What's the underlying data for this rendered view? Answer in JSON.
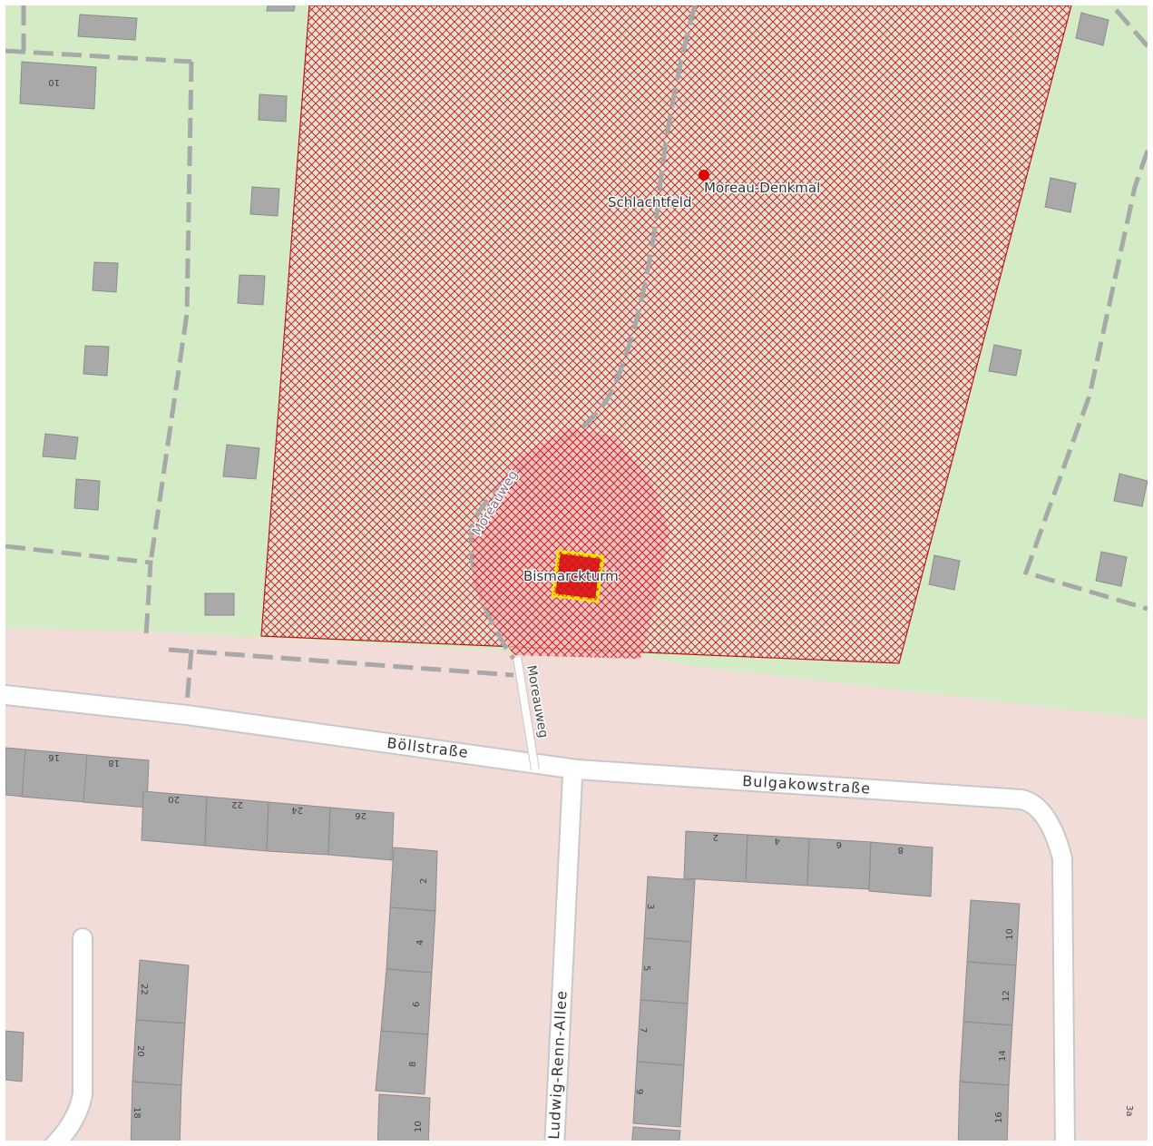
{
  "map": {
    "colors": {
      "green": "#d4ecc6",
      "residential": "#f2dcd8",
      "building": "#a9a9a9",
      "building_stroke": "#8c8c8c",
      "road": "#ffffff",
      "road_casing": "#c8c8c8",
      "path": "#a8a8a8",
      "hatch": "#c2141a",
      "monument_fill": "#e01f1f",
      "monument_outline": "#ffe600",
      "poi": "#e00000"
    },
    "labels": {
      "moreau_denkmal": "Moreau-Denkmal",
      "schlachtfeld": "Schlachtfeld",
      "bismarckturm": "Bismarckturm",
      "moreauweg_path": "Moreauweg",
      "moreauweg_road": "Moreauweg",
      "boellstrasse": "Böllstraße",
      "bulgakowstrasse": "Bulgakowstraße",
      "ludwig_renn_allee": "Ludwig-Renn-Allee"
    },
    "house_numbers": {
      "n10_top": "10",
      "n16": "16",
      "n18": "18",
      "n20": "20",
      "n22": "22",
      "n24": "24",
      "n26": "26",
      "n2_left": "2",
      "n4_left": "4",
      "n6_left": "6",
      "n8_left": "8",
      "n10_left": "10",
      "n22_far": "22",
      "n20_far": "20",
      "n18_far": "18",
      "n2_right": "2",
      "n4_right": "4",
      "n6_right": "6",
      "n8_right": "8",
      "n3": "3",
      "n5": "5",
      "n7": "7",
      "n9": "9",
      "n10_right": "10",
      "n12_right": "12",
      "n14_right": "14",
      "n16_right": "16",
      "n3a": "3a"
    }
  }
}
